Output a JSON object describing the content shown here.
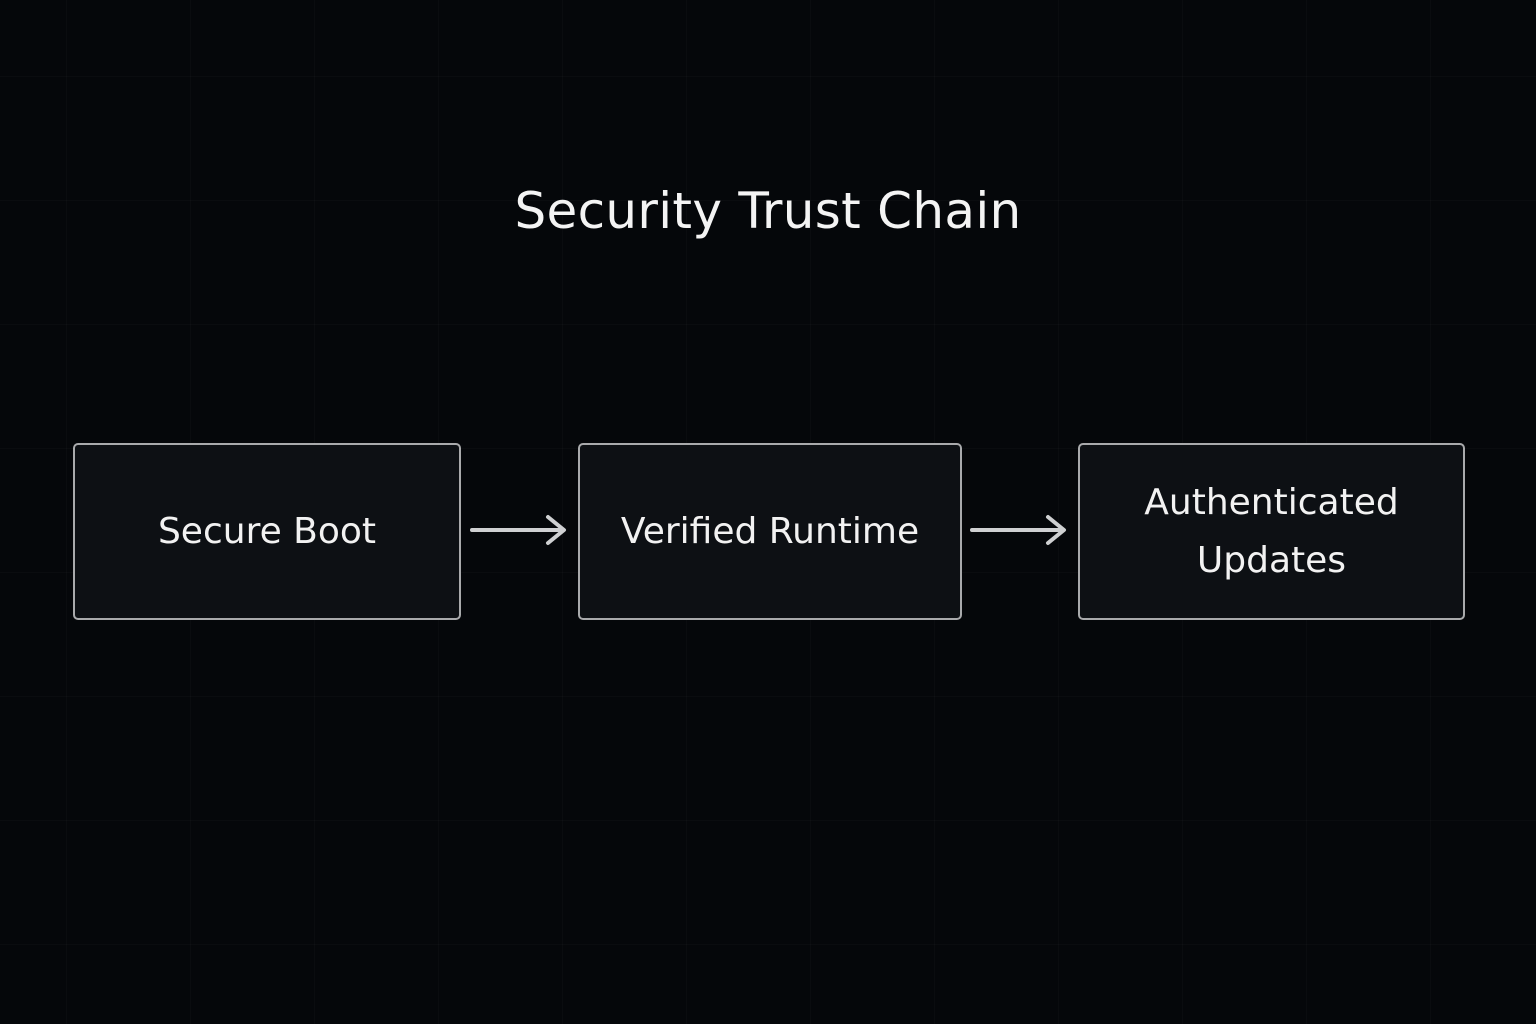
{
  "diagram": {
    "title": "Security Trust Chain",
    "nodes": [
      {
        "label": "Secure Boot"
      },
      {
        "label": "Verified Runtime"
      },
      {
        "label": "Authenticated Updates"
      }
    ],
    "edges": [
      {
        "from": 0,
        "to": 1
      },
      {
        "from": 1,
        "to": 2
      }
    ],
    "colors": {
      "background": "#05070a",
      "box_fill": "#0d1014",
      "box_border": "#a9aaac",
      "arrow": "#cfd0d2",
      "text": "#f2f2f2"
    }
  }
}
